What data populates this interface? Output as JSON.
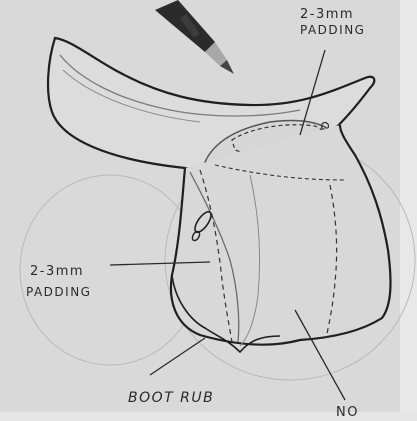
{
  "annotations": {
    "top_padding": {
      "line1": "2-3mm",
      "line2": "PADDING"
    },
    "flap_padding": {
      "line1": "2-3mm",
      "line2": "PADDING"
    },
    "boot_rub": "BOOT RUB",
    "bottom_note": "NO"
  },
  "colors": {
    "paper": "#d9d9d9",
    "paper_edge": "#bfbfbf",
    "ink": "#1f1f1f",
    "pencil": "#6a6a6a",
    "pen_barrel": "#2b2b2b",
    "pen_tip": "#a8a8a8"
  }
}
